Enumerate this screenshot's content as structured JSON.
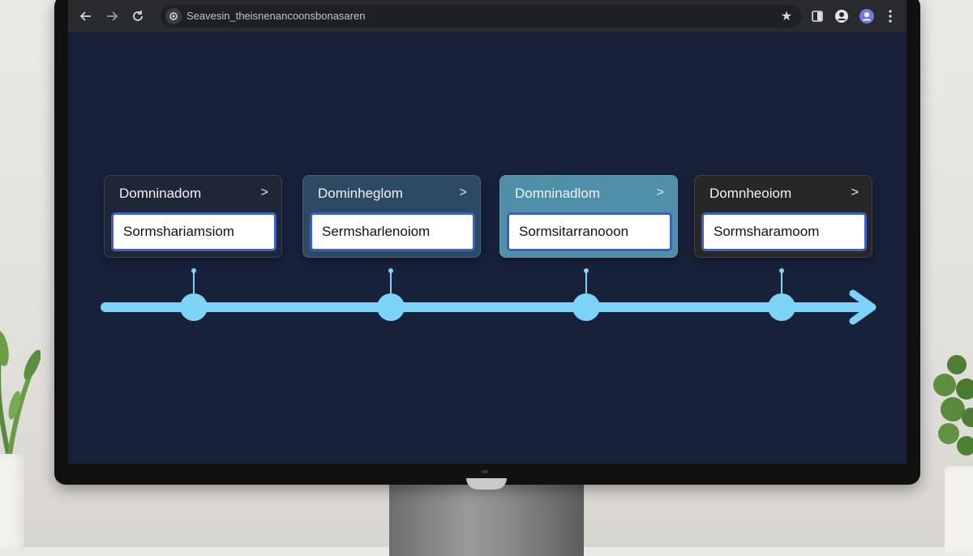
{
  "browser": {
    "url": "Seavesin_theisnenancoonsbonasaren",
    "toolbar_icons": [
      "back-arrow-icon",
      "forward-arrow-icon",
      "reload-icon",
      "site-info-icon",
      "bookmark-star-icon",
      "side-panel-icon",
      "profile-icon",
      "account-avatar-icon",
      "menu-kebab-icon"
    ]
  },
  "timeline": {
    "steps": [
      {
        "title": "Domninadom",
        "field": "Sormshariamsiom",
        "highlighted": false
      },
      {
        "title": "Dominheglom",
        "field": "Sermsharlenoiom",
        "highlighted": false
      },
      {
        "title": "Domninadlom",
        "field": "Sormsitarranooon",
        "highlighted": true
      },
      {
        "title": "Domnheoiom",
        "field": "Sormsharamoom",
        "highlighted": false
      }
    ],
    "colors": {
      "line": "#7dd3f5",
      "card_default": "#1f2638",
      "card_blue": "#2d4a63",
      "card_highlight": "#4f8fa8",
      "card_dark": "#272727",
      "field_border": "#3b5fc4"
    }
  }
}
